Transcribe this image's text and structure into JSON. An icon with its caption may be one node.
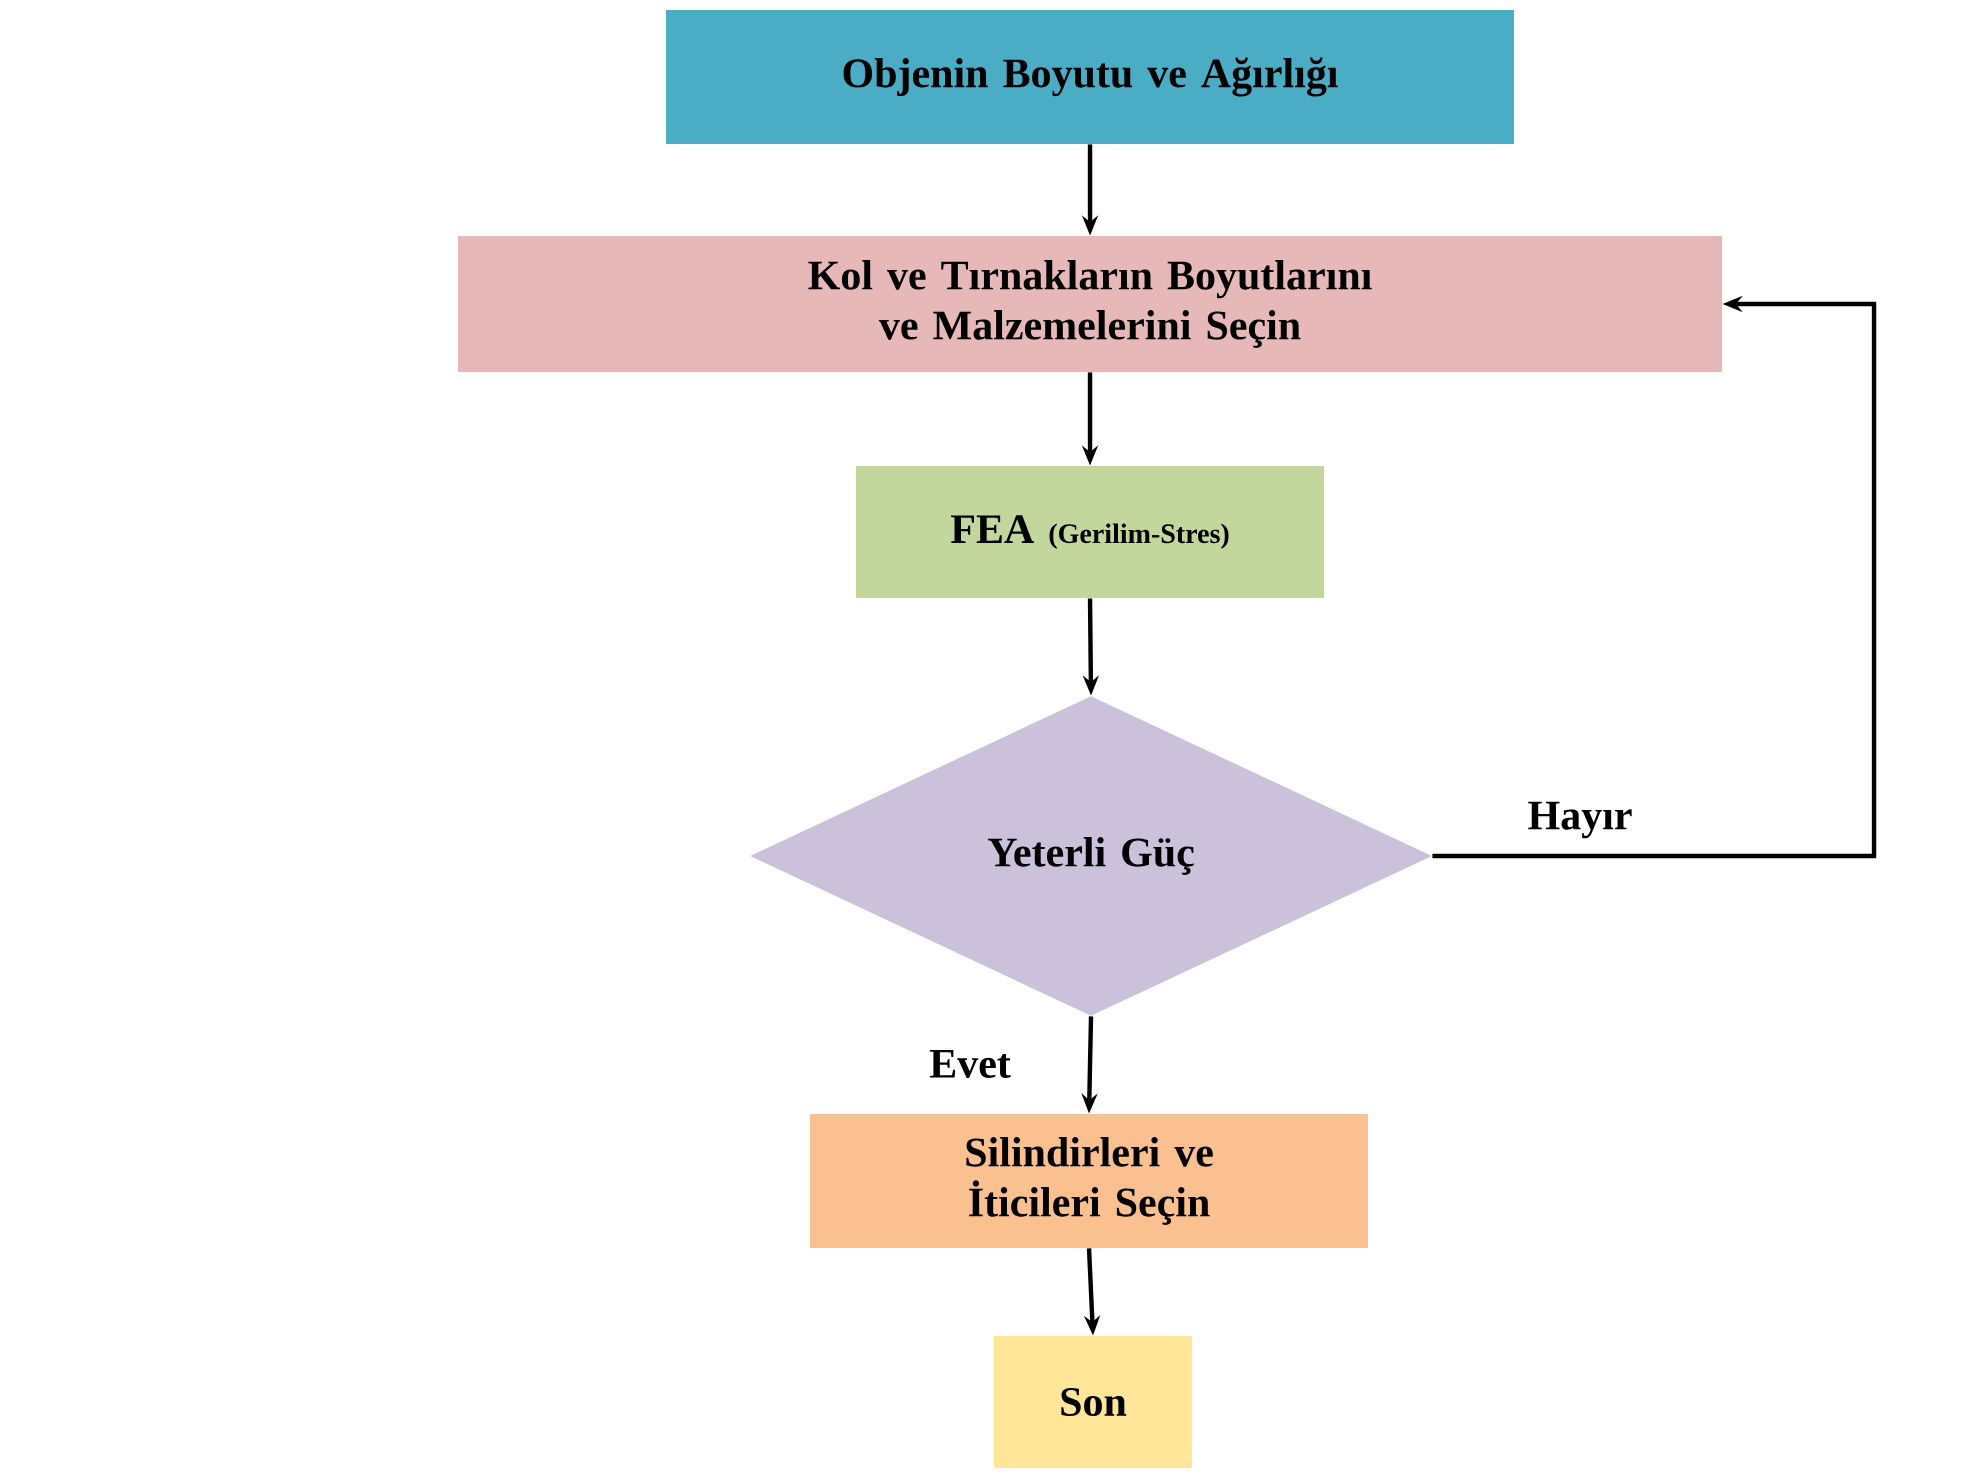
{
  "diagram": {
    "nodes": [
      {
        "text": [
          "Objenin Boyutu ve Ağırlığı"
        ]
      },
      {
        "text": [
          "Kol ve Tırnakların Boyutlarını ve Malzemelerini Seçin"
        ]
      },
      {
        "text": [
          "FEA",
          "(Gerilim-Stres)"
        ]
      },
      {
        "text": [
          "Yeterli Güç"
        ]
      },
      {
        "text": [
          "Silindirleri ve İticileri Seçin"
        ]
      },
      {
        "text": [
          "Son"
        ]
      }
    ],
    "edges": [
      {
        "from": 0,
        "to": 1,
        "arrow": "to"
      },
      {
        "from": 1,
        "to": 2,
        "arrow": "to"
      },
      {
        "from": 2,
        "to": 3,
        "arrow": "to"
      },
      {
        "from": 3,
        "to": 1,
        "arrow": "to",
        "label": "Hayır"
      },
      {
        "from": 3,
        "to": 4,
        "arrow": "to",
        "label": "Evet"
      },
      {
        "from": 4,
        "to": 5,
        "arrow": "to"
      }
    ]
  }
}
